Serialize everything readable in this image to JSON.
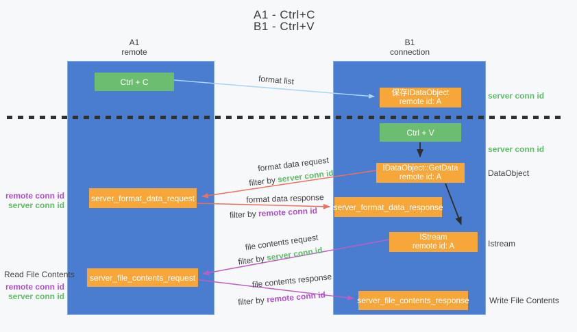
{
  "title": {
    "line1": "A1 - Ctrl+C",
    "line2": "B1 - Ctrl+V"
  },
  "columns": {
    "left": {
      "header_line1": "A1",
      "header_line2": "remote"
    },
    "right": {
      "header_line1": "B1",
      "header_line2": "connection"
    }
  },
  "nodes": {
    "ctrl_c": {
      "label": "Ctrl + C"
    },
    "save_dataobject": {
      "line1": "保存IDataObject",
      "line2": "remote id: A"
    },
    "ctrl_v": {
      "label": "Ctrl + V"
    },
    "getdata": {
      "line1": "IDataObject::GetData",
      "line2": "remote id: A"
    },
    "format_request": {
      "label": "server_format_data_request"
    },
    "format_response": {
      "label": "server_format_data_response"
    },
    "istream": {
      "line1": "IStream",
      "line2": "remote id: A"
    },
    "file_request": {
      "label": "server_file_contents_request"
    },
    "file_response": {
      "label": "server_file_contents_response"
    }
  },
  "flow_labels": {
    "format_list": "format list",
    "format_data_request": "format data request",
    "format_data_response": "format data response",
    "file_contents_request": "file contents request",
    "file_contents_response": "file contents response",
    "filter_by": "filter by",
    "server_conn_id": "server conn id",
    "remote_conn_id": "remote conn id"
  },
  "side_labels": {
    "left_remote_conn_id": "remote conn id",
    "left_server_conn_id": "server conn id",
    "read_file_contents": "Read File Contents",
    "right_server_conn_id_top": "server conn id",
    "right_server_conn_id_mid": "server conn id",
    "dataobject": "DataObject",
    "istream": "Istream",
    "write_file_contents": "Write File Contents"
  },
  "colors": {
    "column_blue": "#4a7dd0",
    "node_green": "#6cbd70",
    "node_orange": "#f7a73a",
    "arrow_light_blue": "#a9d5f2",
    "arrow_red": "#ee6e63",
    "arrow_purple": "#bc5fc4",
    "arrow_black": "#2d2d2d",
    "text_green": "#5fbe68",
    "text_purple": "#b04fd0",
    "text_dark": "#3f3f3f"
  }
}
